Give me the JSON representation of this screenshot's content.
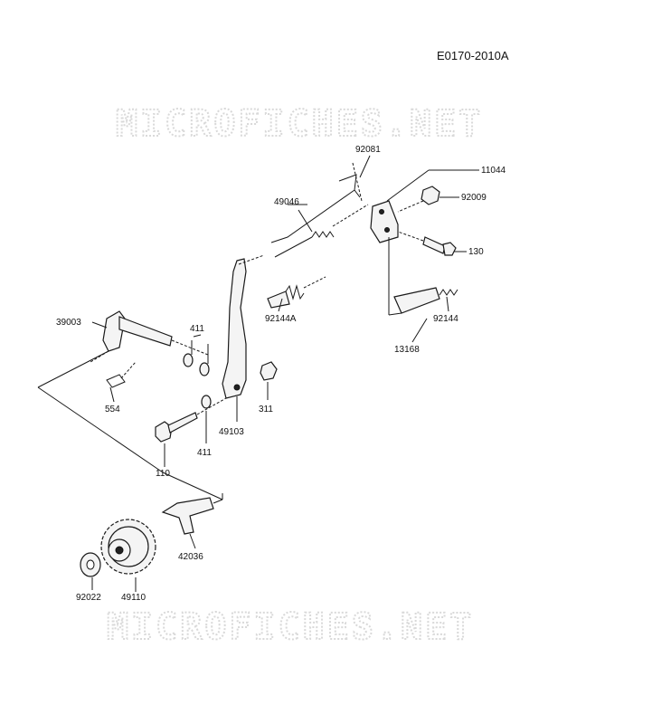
{
  "diagram_code": "E0170-2010A",
  "watermark_text": "MICROFICHES.NET",
  "parts": {
    "p92081": "92081",
    "p11044": "11044",
    "p49046": "49046",
    "p92009": "92009",
    "p130": "130",
    "p39003": "39003",
    "p411a": "411",
    "p92144A": "92144A",
    "p92144": "92144",
    "p13168": "13168",
    "p554": "554",
    "p311": "311",
    "p49103": "49103",
    "p411b": "411",
    "p110": "110",
    "p42036": "42036",
    "p92022": "92022",
    "p49110": "49110"
  }
}
